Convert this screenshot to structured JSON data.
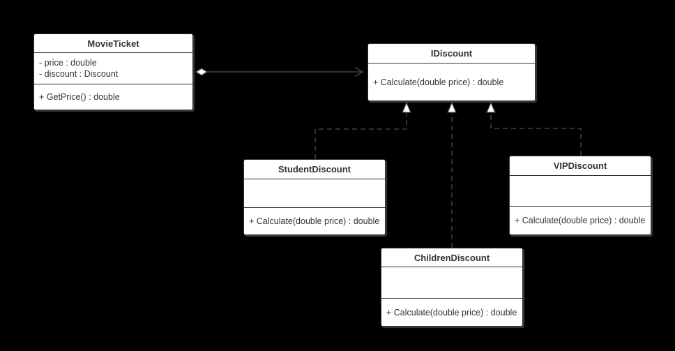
{
  "diagram": {
    "type": "uml-class-diagram",
    "colors": {
      "background": "#000000",
      "node_fill": "#ffffff",
      "node_border": "#333333",
      "text": "#333333",
      "connector": "#434343",
      "arrowhead_fill": "#ffffff"
    },
    "classes": [
      {
        "name": "MovieTicket",
        "attributes": [
          "- price : double",
          "- discount : Discount"
        ],
        "methods": [
          "+ GetPrice() : double"
        ]
      },
      {
        "name": "IDiscount",
        "attributes": [],
        "methods": [
          "+ Calculate(double price) : double"
        ]
      },
      {
        "name": "StudentDiscount",
        "attributes": [],
        "methods": [
          "+ Calculate(double price) : double"
        ]
      },
      {
        "name": "VIPDiscount",
        "attributes": [],
        "methods": [
          "+ Calculate(double price) : double"
        ]
      },
      {
        "name": "ChildrenDiscount",
        "attributes": [],
        "methods": [
          "+ Calculate(double price) : double"
        ]
      }
    ],
    "relationships": [
      {
        "from": "MovieTicket",
        "to": "IDiscount",
        "type": "directed association with aggregation diamond",
        "line": "solid",
        "arrowhead": "open"
      },
      {
        "from": "StudentDiscount",
        "to": "IDiscount",
        "type": "realization",
        "line": "dashed",
        "arrowhead": "hollow-triangle"
      },
      {
        "from": "ChildrenDiscount",
        "to": "IDiscount",
        "type": "realization",
        "line": "dashed",
        "arrowhead": "hollow-triangle"
      },
      {
        "from": "VIPDiscount",
        "to": "IDiscount",
        "type": "realization",
        "line": "dashed",
        "arrowhead": "hollow-triangle"
      }
    ]
  }
}
